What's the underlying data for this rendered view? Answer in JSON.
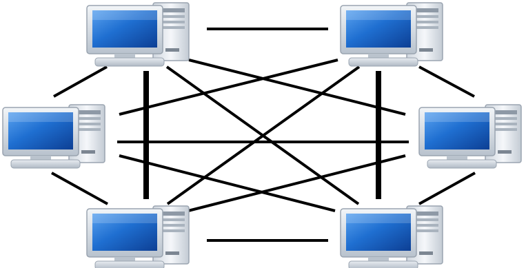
{
  "diagram": {
    "type": "full-mesh-network",
    "node_icon": "desktop-computer-icon",
    "nodes": [
      {
        "id": "top-left"
      },
      {
        "id": "top-right"
      },
      {
        "id": "middle-left"
      },
      {
        "id": "middle-right"
      },
      {
        "id": "bottom-left"
      },
      {
        "id": "bottom-right"
      }
    ],
    "links": [
      {
        "from": "top-left",
        "to": "top-right"
      },
      {
        "from": "bottom-left",
        "to": "bottom-right"
      },
      {
        "from": "top-left",
        "to": "middle-left"
      },
      {
        "from": "top-right",
        "to": "middle-right"
      },
      {
        "from": "middle-left",
        "to": "bottom-left"
      },
      {
        "from": "middle-right",
        "to": "bottom-right"
      },
      {
        "from": "top-left",
        "to": "bottom-left"
      },
      {
        "from": "top-right",
        "to": "bottom-right"
      },
      {
        "from": "middle-left",
        "to": "middle-right"
      },
      {
        "from": "top-left",
        "to": "middle-right"
      },
      {
        "from": "top-left",
        "to": "bottom-right"
      },
      {
        "from": "top-right",
        "to": "middle-left"
      },
      {
        "from": "top-right",
        "to": "bottom-left"
      },
      {
        "from": "middle-left",
        "to": "bottom-right"
      },
      {
        "from": "bottom-left",
        "to": "middle-right"
      }
    ],
    "colors": {
      "line": "#000000",
      "screen": "#1a63c6",
      "screen_frame": "#d6dde6",
      "tower": "#e4e8ee"
    }
  }
}
